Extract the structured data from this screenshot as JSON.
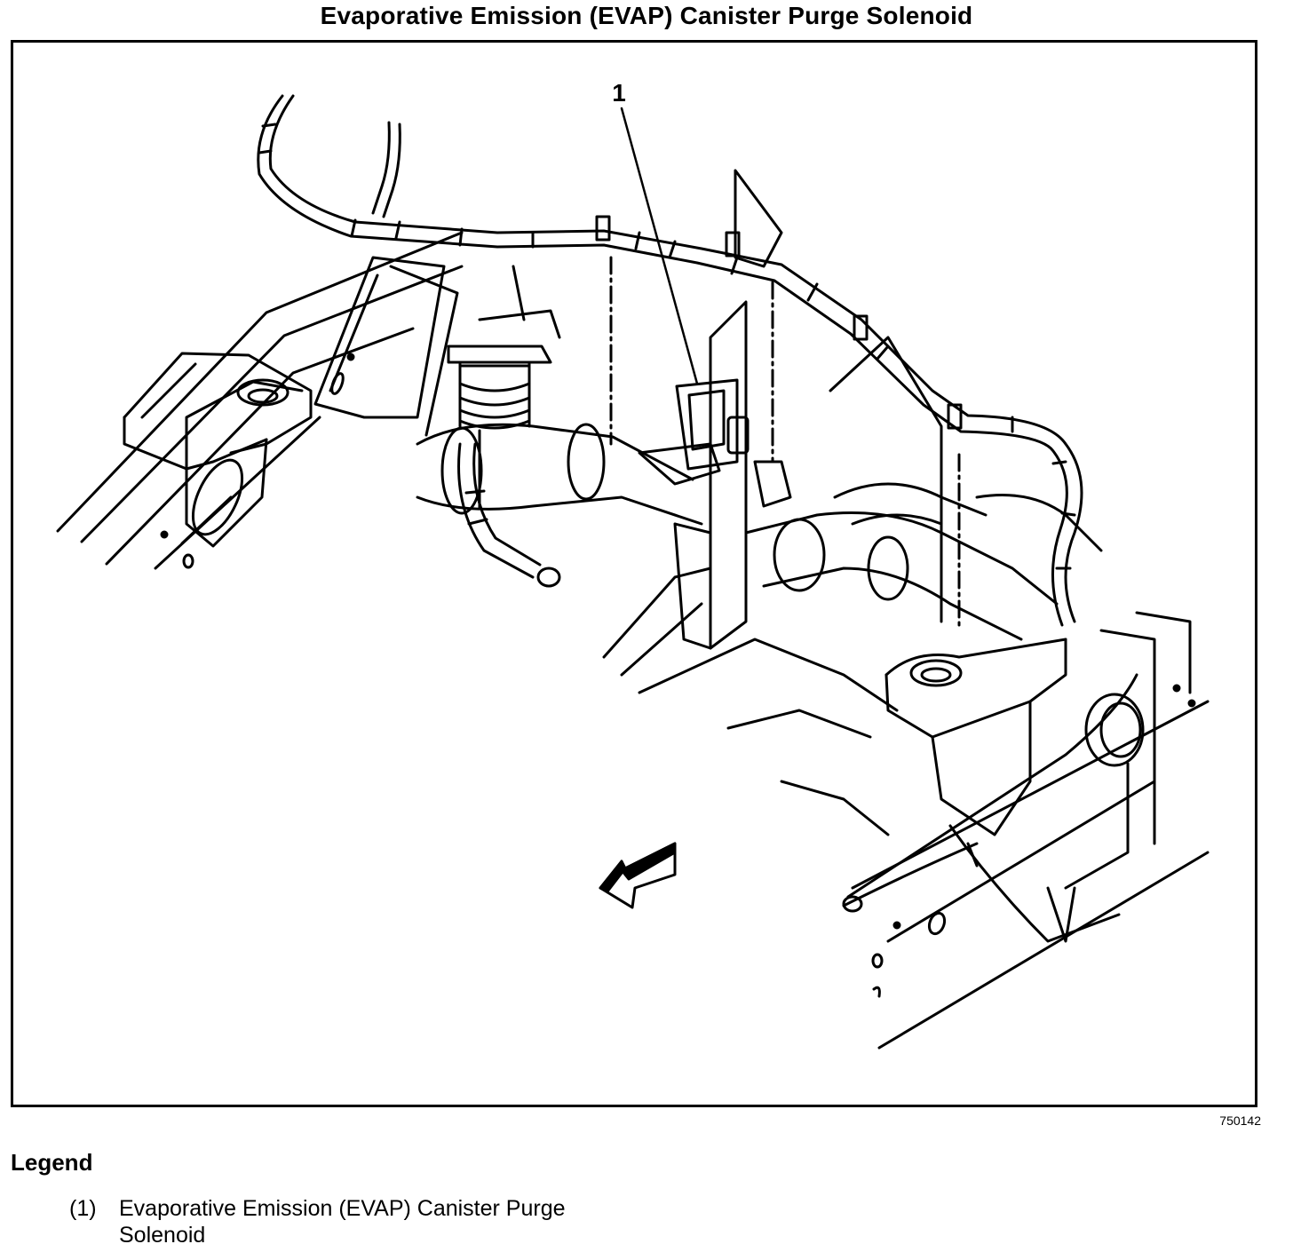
{
  "title": "Evaporative Emission (EVAP) Canister Purge Solenoid",
  "callout_label": "1",
  "figure_id": "750142",
  "legend": {
    "heading": "Legend",
    "items": [
      {
        "number": "(1)",
        "text": "Evaporative Emission (EVAP) Canister Purge Solenoid"
      }
    ]
  }
}
